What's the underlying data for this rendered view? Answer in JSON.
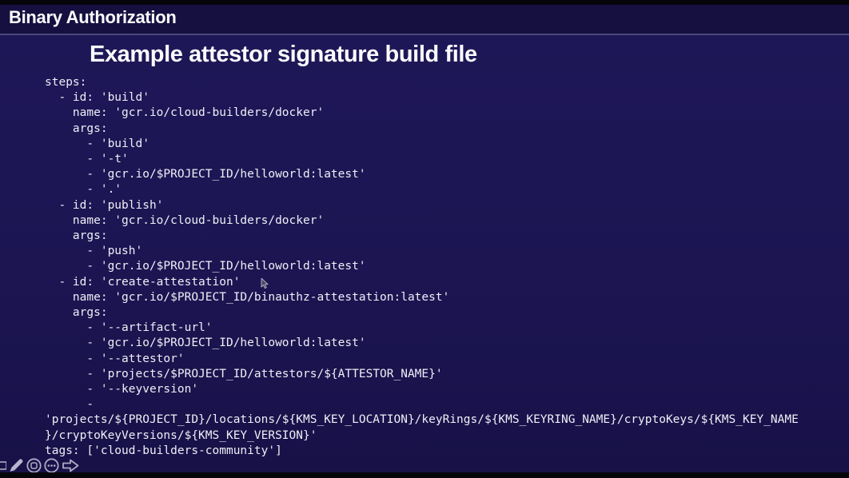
{
  "header": {
    "title": "Binary Authorization"
  },
  "slide": {
    "heading": "Example attestor signature build file",
    "code_lines": [
      "steps:",
      "  - id: 'build'",
      "    name: 'gcr.io/cloud-builders/docker'",
      "    args:",
      "      - 'build'",
      "      - '-t'",
      "      - 'gcr.io/$PROJECT_ID/helloworld:latest'",
      "      - '.'",
      "  - id: 'publish'",
      "    name: 'gcr.io/cloud-builders/docker'",
      "    args:",
      "      - 'push'",
      "      - 'gcr.io/$PROJECT_ID/helloworld:latest'",
      "  - id: 'create-attestation'",
      "    name: 'gcr.io/$PROJECT_ID/binauthz-attestation:latest'",
      "    args:",
      "      - '--artifact-url'",
      "      - 'gcr.io/$PROJECT_ID/helloworld:latest'",
      "      - '--attestor'",
      "      - 'projects/$PROJECT_ID/attestors/${ATTESTOR_NAME}'",
      "      - '--keyversion'",
      "      -",
      "'projects/${PROJECT_ID}/locations/${KMS_KEY_LOCATION}/keyRings/${KMS_KEYRING_NAME}/cryptoKeys/${KMS_KEY_NAME",
      "}/cryptoKeyVersions/${KMS_KEY_VERSION}'",
      "tags: ['cloud-builders-community']"
    ]
  },
  "toolbar": {
    "icons": [
      "clipped-square-icon",
      "pencil-icon",
      "highlighter-circle-icon",
      "ellipsis-circle-icon",
      "arrow-forward-icon"
    ]
  },
  "cursor": {
    "icon": "mouse-cursor-icon"
  },
  "colors": {
    "page_bar": "#05040a",
    "header_band": "#161041",
    "divider": "#4c4879",
    "slide_bg": "#1c1552",
    "text": "#efeef6",
    "icon_stroke": "#c9c6da"
  }
}
